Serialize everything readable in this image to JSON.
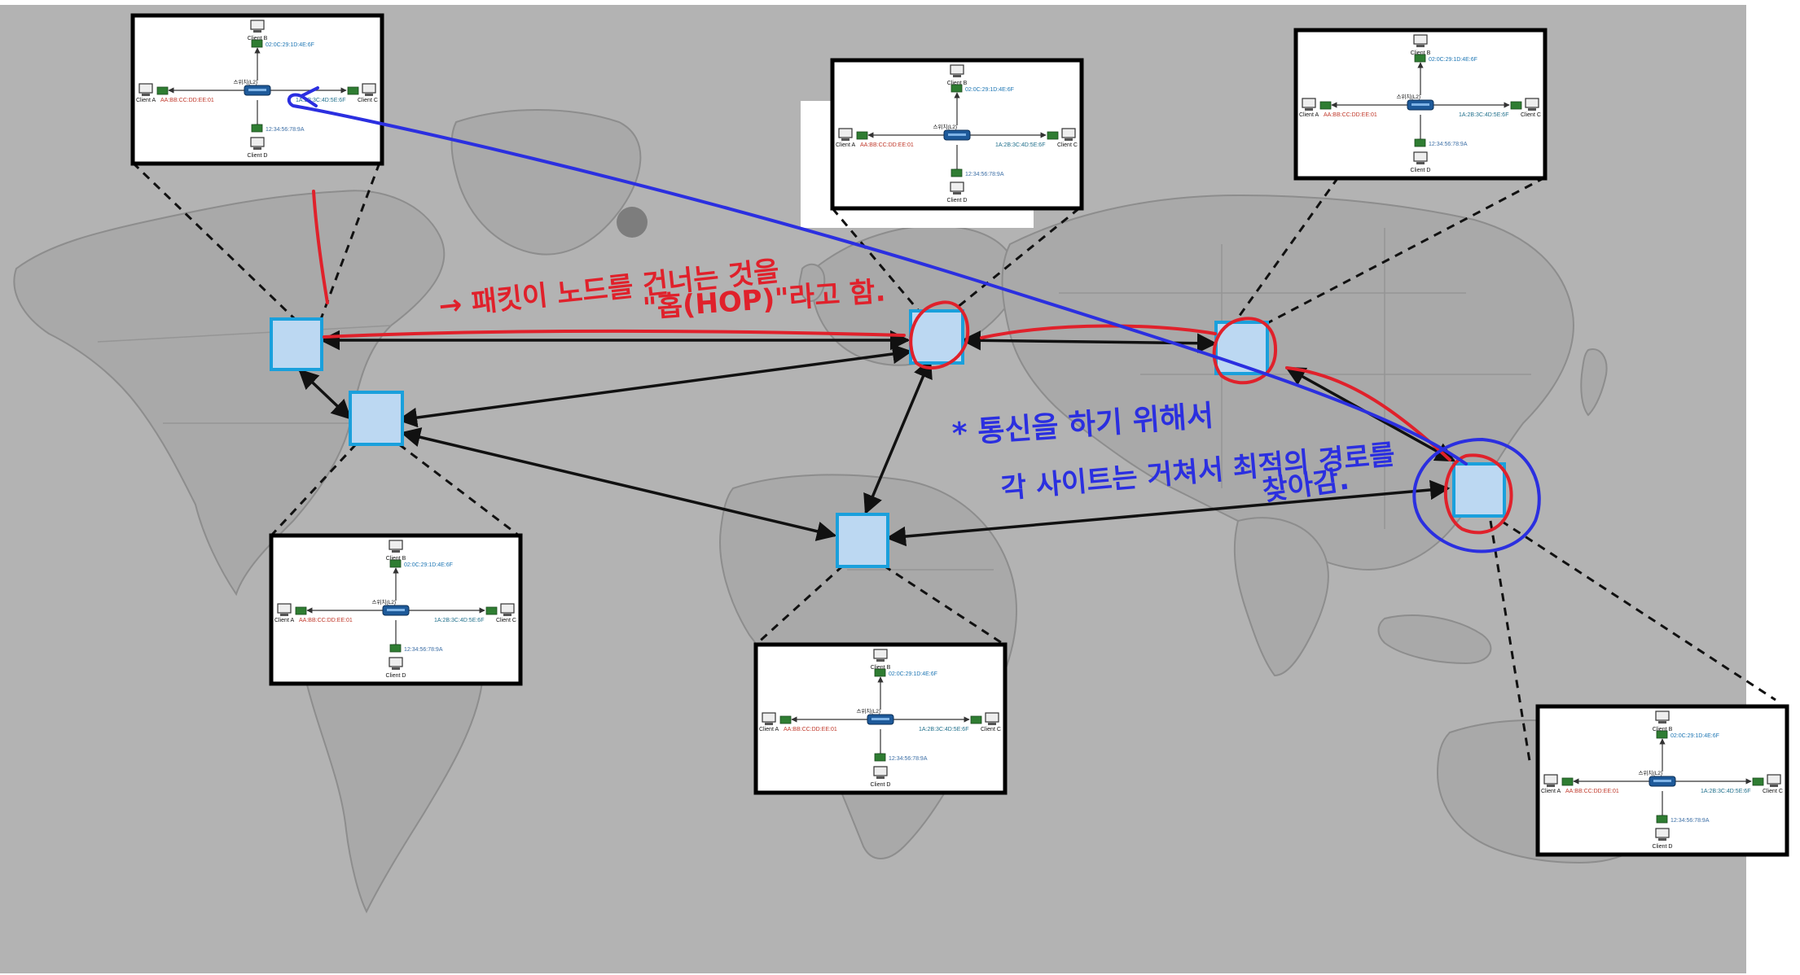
{
  "colors": {
    "background": "#b3b3b3",
    "land": "#a6a6a6",
    "border_lines": "#8c8c8c",
    "node_fill": "#bcd8f2",
    "node_stroke": "#1aa0dc",
    "arrow": "#111111",
    "annotation_red": "#e0212b",
    "annotation_blue": "#2b2fe0",
    "mac_a": "#c0392b",
    "mac_b": "#1f77b4",
    "mac_c": "#1f6f8b",
    "mac_d": "#3b6ea5"
  },
  "annotations": {
    "red_note_line1": "→ 패킷이 노드를 건너는 것을",
    "red_note_line2": "\"홉(HOP)\"라고 함.",
    "blue_note_line1": "* 통신을 하기 위해서",
    "blue_note_line2": "각 사이트는 거쳐서 최적의 경로를",
    "blue_note_line3": "찾아감."
  },
  "lan_diagram": {
    "client_a": "Client A",
    "client_b": "Client B",
    "client_c": "Client C",
    "client_d": "Client D",
    "switch_label": "스위치(L2)",
    "mac_a": "AA:BB:CC:DD:EE:01",
    "mac_b": "02:0C:29:1D:4E:6F",
    "mac_c": "1A:2B:3C:4D:5E:6F",
    "mac_d": "12:34:56:78:9A",
    "icons": [
      "computer-icon",
      "network-card-icon",
      "switch-icon"
    ]
  }
}
